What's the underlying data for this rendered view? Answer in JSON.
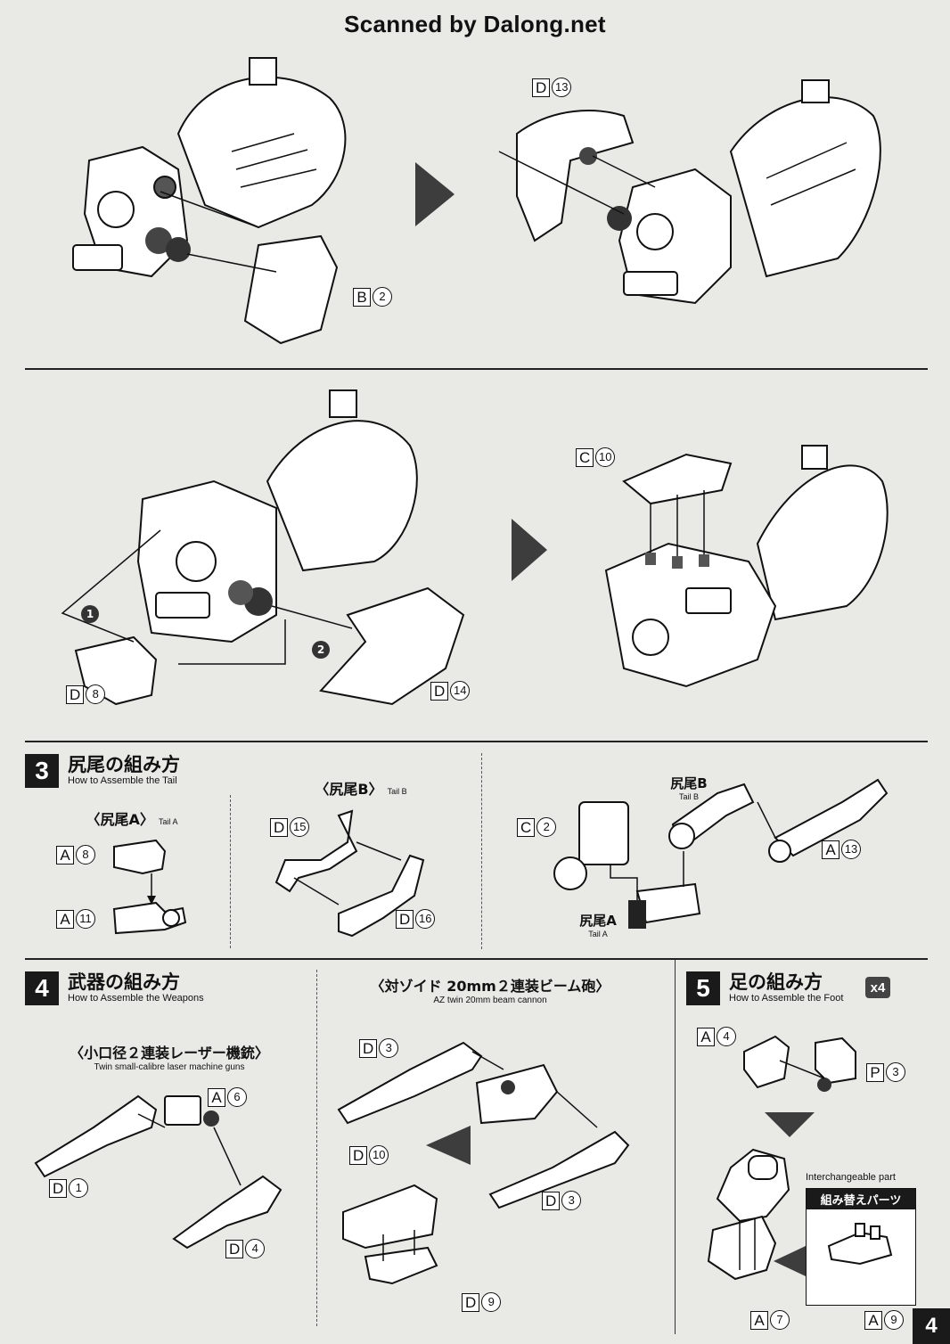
{
  "watermark": "Scanned by Dalong.net",
  "page_number": "4",
  "callouts": {
    "b2": {
      "letter": "B",
      "num": "2"
    },
    "d13": {
      "letter": "D",
      "num": "13"
    },
    "c10": {
      "letter": "C",
      "num": "10"
    },
    "d8": {
      "letter": "D",
      "num": "8"
    },
    "d14": {
      "letter": "D",
      "num": "14"
    },
    "a8": {
      "letter": "A",
      "num": "8"
    },
    "a11": {
      "letter": "A",
      "num": "11"
    },
    "d15": {
      "letter": "D",
      "num": "15"
    },
    "d16": {
      "letter": "D",
      "num": "16"
    },
    "c2": {
      "letter": "C",
      "num": "2"
    },
    "a13": {
      "letter": "A",
      "num": "13"
    },
    "a6": {
      "letter": "A",
      "num": "6"
    },
    "d1": {
      "letter": "D",
      "num": "1"
    },
    "d4": {
      "letter": "D",
      "num": "4"
    },
    "d3a": {
      "letter": "D",
      "num": "3"
    },
    "d3b": {
      "letter": "D",
      "num": "3"
    },
    "d10": {
      "letter": "D",
      "num": "10"
    },
    "d9": {
      "letter": "D",
      "num": "9"
    },
    "a4": {
      "letter": "A",
      "num": "4"
    },
    "p3": {
      "letter": "P",
      "num": "3"
    },
    "a7": {
      "letter": "A",
      "num": "7"
    },
    "a9": {
      "letter": "A",
      "num": "9"
    }
  },
  "order_markers": {
    "first": "1",
    "second": "2"
  },
  "step3": {
    "number": "3",
    "title_jp": "尻尾の組み方",
    "title_en": "How to Assemble the Tail",
    "tail_a_heading": "〈尻尾A〉",
    "tail_a_en": "Tail A",
    "tail_b_heading": "〈尻尾B〉",
    "tail_b_en": "Tail B",
    "tail_b_label": "尻尾B",
    "tail_b_label_en": "Tail B",
    "tail_a_label": "尻尾A",
    "tail_a_label_en": "Tail A"
  },
  "step4": {
    "number": "4",
    "title_jp": "武器の組み方",
    "title_en": "How to Assemble the Weapons",
    "gun_heading": "〈小口径２連装レーザー機銃〉",
    "gun_en": "Twin small-calibre laser machine guns",
    "cannon_heading": "〈対ゾイド 20mm２連装ビーム砲〉",
    "cannon_en": "AZ twin 20mm beam cannon"
  },
  "step5": {
    "number": "5",
    "title_jp": "足の組み方",
    "title_en": "How to Assemble the Foot",
    "multiplier": "x4",
    "swap_en": "Interchangeable part",
    "swap_jp": "組み替えパーツ"
  }
}
